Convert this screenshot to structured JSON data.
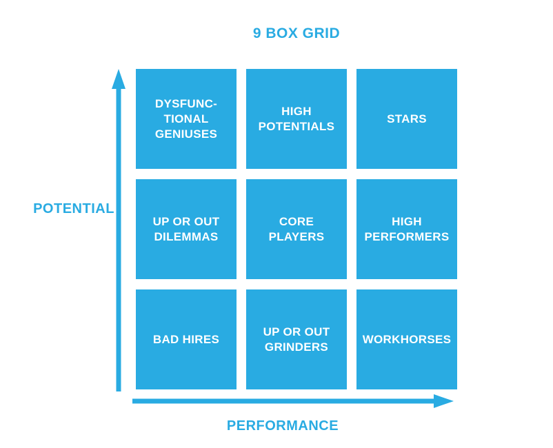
{
  "title": "9 BOX GRID",
  "colors": {
    "primary": "#29abe2",
    "cell_background": "#29abe2",
    "cell_text": "#ffffff"
  },
  "axes": {
    "y": {
      "label": "POTENTIAL"
    },
    "x": {
      "label": "PERFORMANCE"
    }
  },
  "grid": {
    "rows": 3,
    "cols": 3,
    "cells": [
      {
        "id": "dysfunctional-geniuses",
        "row": 1,
        "col": 1,
        "label": "DYSFUNC-\nTIONAL\nGENIUSES"
      },
      {
        "id": "high-potentials",
        "row": 1,
        "col": 2,
        "label": "HIGH\nPOTENTIALS"
      },
      {
        "id": "stars",
        "row": 1,
        "col": 3,
        "label": "STARS"
      },
      {
        "id": "up-or-out-dilemmas",
        "row": 2,
        "col": 1,
        "label": "UP OR OUT\nDILEMMAS"
      },
      {
        "id": "core-players",
        "row": 2,
        "col": 2,
        "label": "CORE PLAYERS"
      },
      {
        "id": "high-performers",
        "row": 2,
        "col": 3,
        "label": "HIGH\nPERFORMERS"
      },
      {
        "id": "bad-hires",
        "row": 3,
        "col": 1,
        "label": "BAD HIRES"
      },
      {
        "id": "up-or-out-grinders",
        "row": 3,
        "col": 2,
        "label": "UP OR OUT\nGRINDERS"
      },
      {
        "id": "workhorses",
        "row": 3,
        "col": 3,
        "label": "WORKHORSES"
      }
    ]
  }
}
